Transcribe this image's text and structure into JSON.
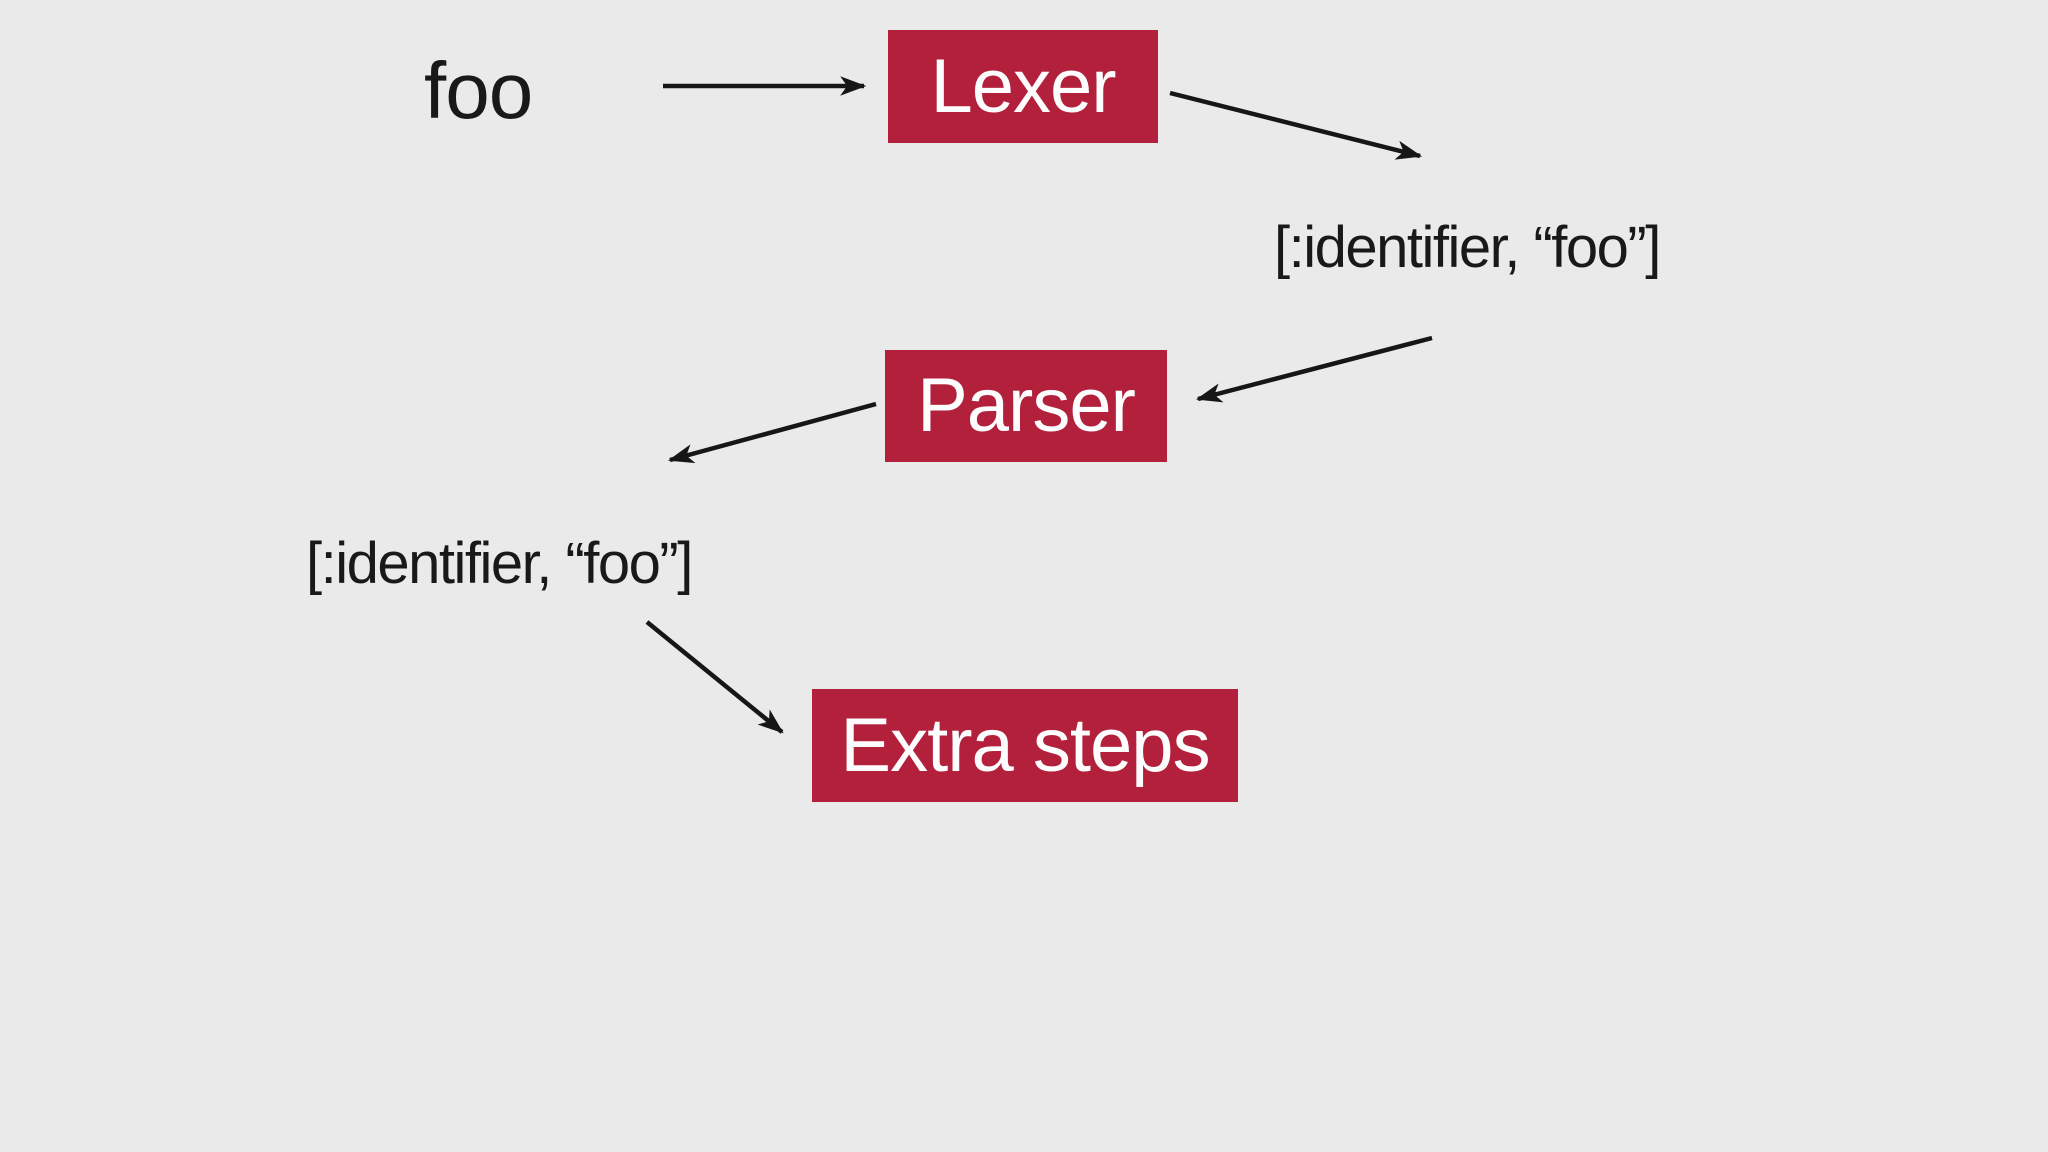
{
  "page": {
    "background_color": "#ebeaea"
  },
  "palette": {
    "node_fill": "#b2203c",
    "node_text_color": "#fdfdfd",
    "text_color": "#191919",
    "arrow_color": "#161616"
  },
  "diagram": {
    "source_label": "foo",
    "nodes": [
      {
        "id": "lexer",
        "label": "Lexer"
      },
      {
        "id": "parser",
        "label": "Parser"
      },
      {
        "id": "extra_steps",
        "label": "Extra steps"
      }
    ],
    "tokens": [
      {
        "id": "token_after_lexer",
        "label": "[:identifier, “foo”]"
      },
      {
        "id": "token_after_parser",
        "label": "[:identifier, “foo”]"
      }
    ],
    "edges": [
      {
        "from": "source_foo",
        "to": "lexer"
      },
      {
        "from": "lexer",
        "to": "token_after_lexer"
      },
      {
        "from": "token_after_lexer",
        "to": "parser"
      },
      {
        "from": "parser",
        "to": "token_after_parser"
      },
      {
        "from": "token_after_parser",
        "to": "extra_steps"
      }
    ]
  }
}
